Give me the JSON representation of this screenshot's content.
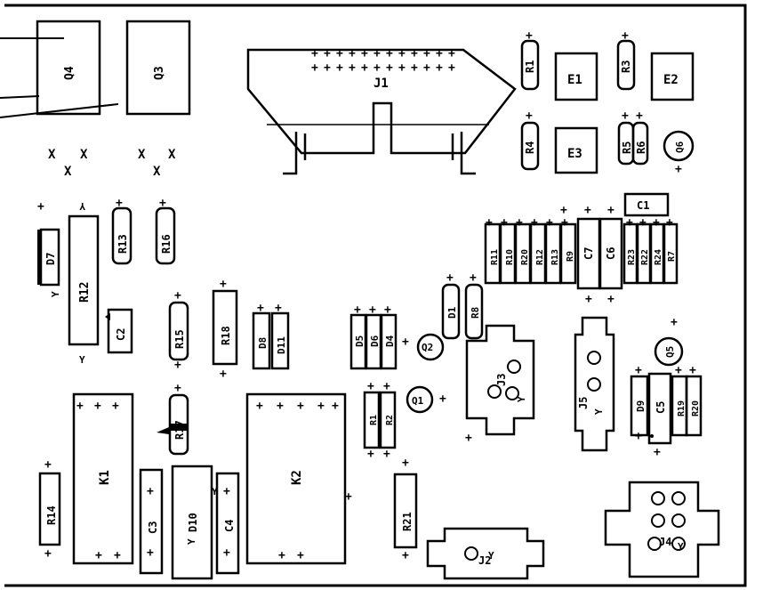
{
  "labels": {
    "q4": "Q4",
    "q3": "Q3",
    "j1": "J1",
    "r1": "R1",
    "r3": "R3",
    "r4": "R4",
    "r5": "R5",
    "r6": "R6",
    "e1": "E1",
    "e2": "E2",
    "e3": "E3",
    "q6": "Q6",
    "c1": "C1",
    "d7": "D7",
    "r12": "R12",
    "r13": "R13",
    "r16": "R16",
    "c2": "C2",
    "r15": "R15",
    "r18": "R18",
    "d8": "D8",
    "d11": "D11",
    "d5": "D5",
    "d6": "D6",
    "d4": "D4",
    "q2": "Q2",
    "d1": "D1",
    "r8": "R8",
    "r11": "R11",
    "r10": "R10",
    "r20": "R20",
    "r12b": "R12",
    "r13b": "R13",
    "r9": "R9",
    "c7": "C7",
    "c6": "C6",
    "r23": "R23",
    "r22": "R22",
    "r24": "R24",
    "r7": "R7",
    "j3": "J3",
    "j5": "J5",
    "q5": "Q5",
    "d9": "D9",
    "c5": "C5",
    "r19": "R19",
    "r20b": "R20",
    "r17": "R17",
    "q1": "Q1",
    "r1b": "R1",
    "r2": "R2",
    "k1": "K1",
    "k2": "K2",
    "r14": "R14",
    "c3": "C3",
    "d10": "D10",
    "c4": "C4",
    "r21": "R21",
    "j2": "J2",
    "j4": "J4",
    "x": "X",
    "y": "Y",
    "plus": "+"
  }
}
